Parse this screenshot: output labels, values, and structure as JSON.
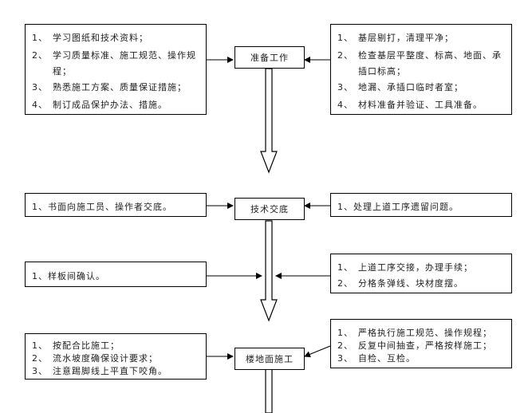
{
  "steps": [
    {
      "title": "准备工作",
      "left": [
        {
          "num": "1、",
          "text": "学习图纸和技术资料；"
        },
        {
          "num": "2、",
          "text": "学习质量标准、施工规范、操作规"
        },
        {
          "num": "",
          "text": "程；"
        },
        {
          "num": "3、",
          "text": "熟悉施工方案、质量保证措施；"
        },
        {
          "num": "4、",
          "text": "制订成品保护办法、措施。"
        }
      ],
      "right": [
        {
          "num": "1、",
          "text": "基层剔打，清理平净；"
        },
        {
          "num": "2、",
          "text": "检查基层平整度、标高、地面、承"
        },
        {
          "num": "",
          "text": "插口标高；"
        },
        {
          "num": "3、",
          "text": "地漏、承插口临时者室；"
        },
        {
          "num": "4、",
          "text": "材料准备并验证、工具准备。"
        }
      ]
    },
    {
      "title": "技术交底",
      "left": [
        {
          "num": "",
          "text": "1、书面向施工员、操作者交底。"
        }
      ],
      "right": [
        {
          "num": "",
          "text": "1、处理上道工序遗留问题。"
        }
      ],
      "mid_left": [
        {
          "num": "",
          "text": "1、样板间确认。"
        }
      ],
      "mid_right": [
        {
          "num": "1、",
          "text": "上道工序交接，办理手续；"
        },
        {
          "num": "2、",
          "text": "分格条弹线、块材度摆。"
        }
      ]
    },
    {
      "title": "楼地面施工",
      "left": [
        {
          "num": "1、",
          "text": "按配合比施工；"
        },
        {
          "num": "2、",
          "text": "流水坡度确保设计要求；"
        },
        {
          "num": "3、",
          "text": "注意踢脚线上平直下咬角。"
        }
      ],
      "right": [
        {
          "num": "1、",
          "text": "严格执行施工规范、操作规程；"
        },
        {
          "num": "2、",
          "text": "反复中间抽查，严格按样施工；"
        },
        {
          "num": "3、",
          "text": "自检、互检。"
        }
      ]
    }
  ]
}
